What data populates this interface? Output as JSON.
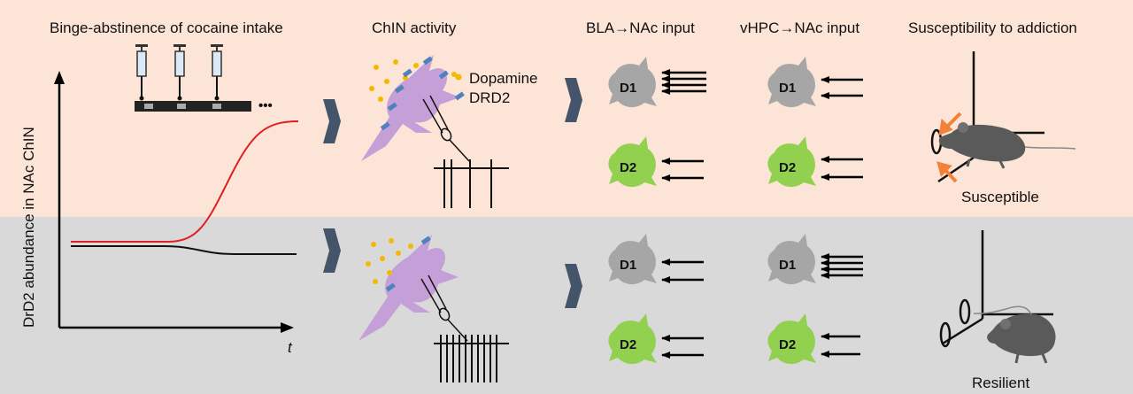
{
  "colors": {
    "top_band": "#fce4d6",
    "bottom_band": "#d9d9d9",
    "arrow_fill": "#44546a",
    "susceptible_curve": "#e02020",
    "neuron_d1": "#a6a6a6",
    "neuron_d2": "#92d050",
    "chin_cell": "#c5a0d8",
    "dopamine": "#f5b800",
    "drd2": "#4f81bd",
    "orange_arrow": "#f4813a"
  },
  "labels": {
    "binge": "Binge-abstinence of cocaine intake",
    "chin_activity": "ChIN activity",
    "dopamine": "Dopamine",
    "drd2": "DRD2",
    "bla_input": "BLA→NAc input",
    "vhpc_input": "vHPC→NAc input",
    "susceptibility": "Susceptibility to addiction",
    "y_axis": "DrD2 abundance in NAc ChIN",
    "x_axis": "t",
    "ellipsis": "•••",
    "susceptible": "Susceptible",
    "resilient": "Resilient",
    "d1": "D1",
    "d2": "D2"
  },
  "icons": [
    "syringe-icon",
    "mouse-icon",
    "chin-neuron-icon",
    "chevron-arrow-icon",
    "spike-train-icon",
    "electrode-icon"
  ]
}
